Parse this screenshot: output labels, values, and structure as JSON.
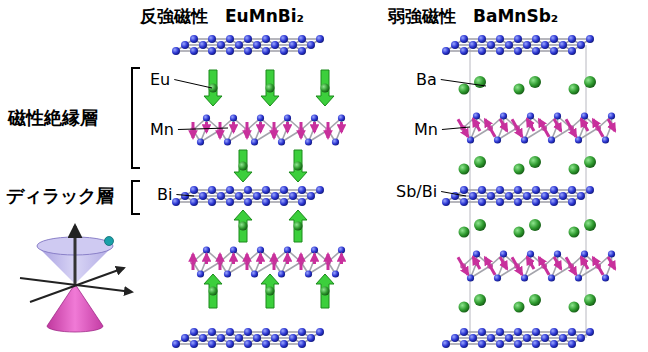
{
  "diagram": {
    "labels": [
      "反強磁性　EuMnBi₂",
      "弱強磁性　BaMnSb₂",
      "磁性絶縁層",
      "Eu",
      "Mn",
      "ディラック層",
      "Bi",
      "Ba",
      "Mn",
      "Sb/Bi"
    ]
  }
}
